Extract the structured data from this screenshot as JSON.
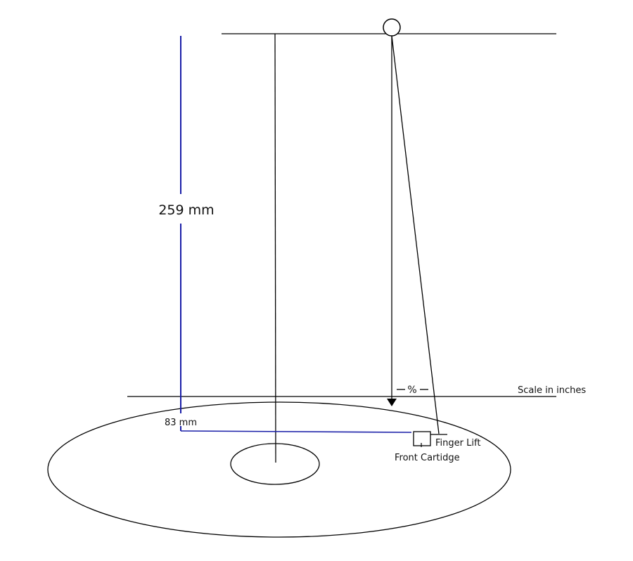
{
  "labels": {
    "overhang_length": "259 mm",
    "offset_distance": "83 mm",
    "angle_marker": "%",
    "scale_note": "Scale in inches",
    "finger_lift": "Finger Lift",
    "front_cartridge": "Front Cartidge"
  },
  "colors": {
    "line": "#000000",
    "dimension": "#1a1fa8",
    "background": "#ffffff"
  }
}
